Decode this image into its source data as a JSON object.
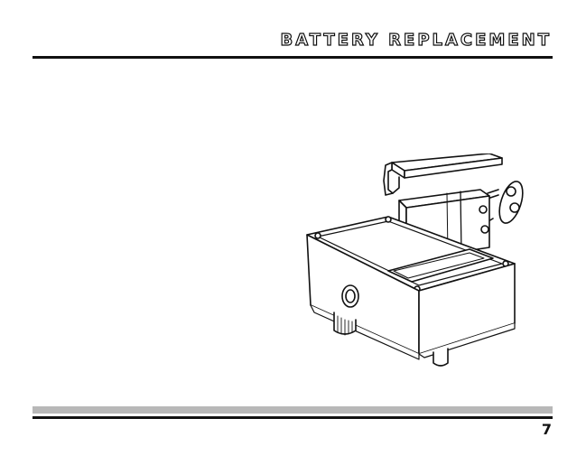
{
  "header": {
    "title": "BATTERY REPLACEMENT"
  },
  "footer": {
    "page_number": "7"
  },
  "illustration": {
    "subject": "pedal enclosure with 9V battery, battery snap and battery compartment cover"
  },
  "colors": {
    "ink": "#111111",
    "band": "#b8b8b8",
    "paper": "#ffffff"
  }
}
